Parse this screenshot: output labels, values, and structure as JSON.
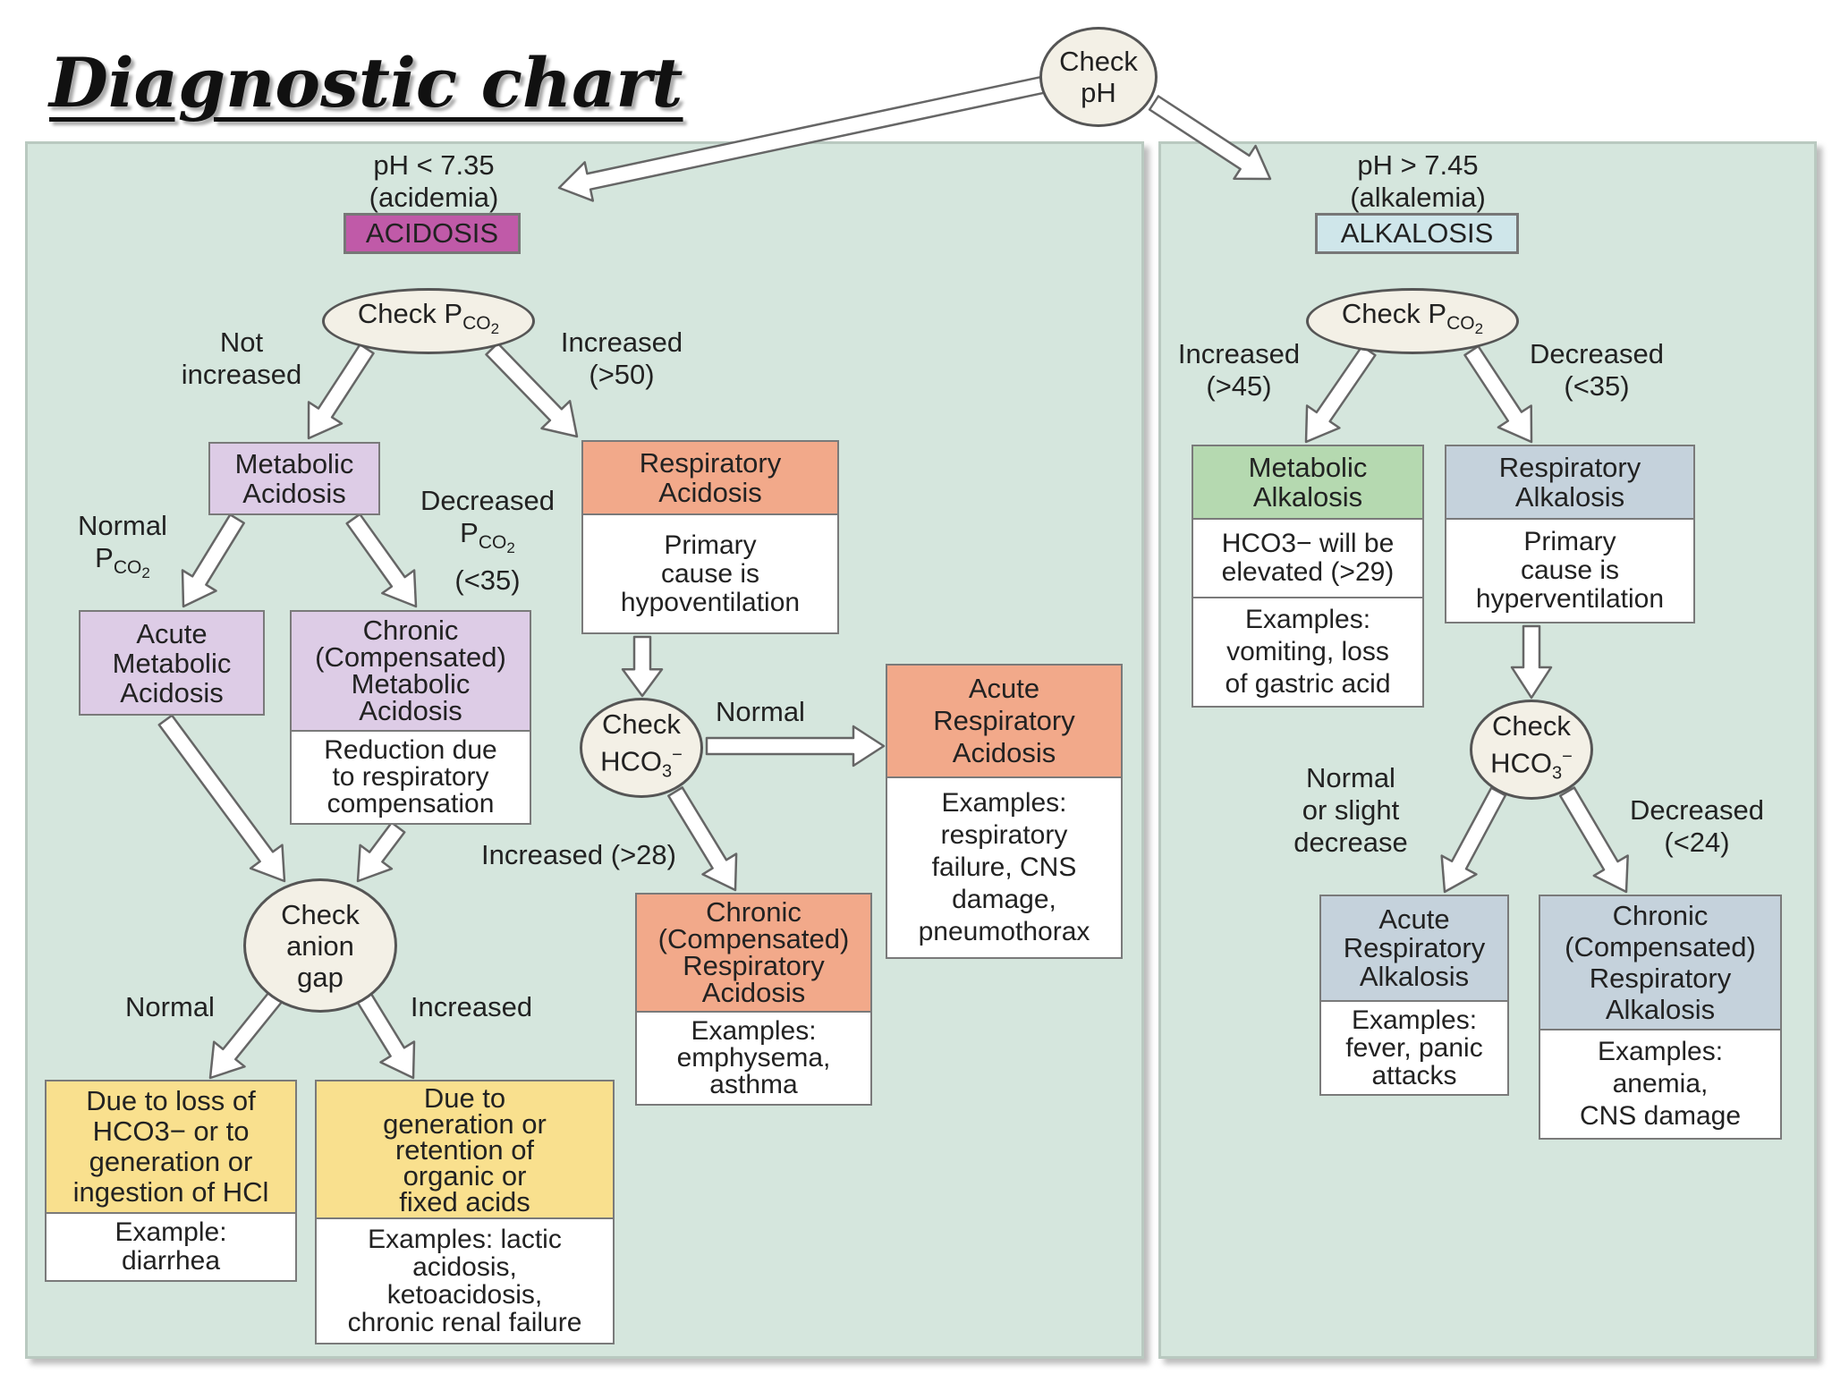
{
  "title": "Diagnostic chart",
  "nodes": {
    "check_ph": "Check\npH",
    "left_header": "pH < 7.35\n(acidemia)",
    "acidosis_tag": "ACIDOSIS",
    "right_header": "pH > 7.45\n(alkalemia)",
    "alkalosis_tag": "ALKALOSIS",
    "check_pco2_left": "Check Pco2",
    "check_pco2_right": "Check Pco2",
    "metabolic_acidosis": "Metabolic\nAcidosis",
    "respiratory_acidosis": {
      "title": "Respiratory\nAcidosis",
      "body": "Primary\ncause is\nhypoventilation"
    },
    "acute_metabolic_acidosis": "Acute\nMetabolic\nAcidosis",
    "chronic_metabolic_acidosis": {
      "title": "Chronic\n(Compensated)\nMetabolic\nAcidosis",
      "body": "Reduction due\nto respiratory\ncompensation"
    },
    "check_hco3_left": "Check\nHCO3−",
    "acute_respiratory_acidosis": {
      "title": "Acute\nRespiratory\nAcidosis",
      "body": "Examples:\nrespiratory\nfailure, CNS\ndamage,\npneumothorax"
    },
    "chronic_respiratory_acidosis": {
      "title": "Chronic\n(Compensated)\nRespiratory\nAcidosis",
      "body": "Examples:\nemphysema,\nasthma"
    },
    "check_anion_gap": "Check\nanion\ngap",
    "loss_hco3": {
      "title": "Due to loss of\nHCO3− or to\ngeneration or\ningestion of HCl",
      "body": "Example:\ndiarrhea"
    },
    "organic_acids": {
      "title": "Due to\ngeneration or\nretention of\norganic or\nfixed acids",
      "body": "Examples: lactic\nacidosis,\nketoacidosis,\nchronic renal failure"
    },
    "metabolic_alkalosis": {
      "title": "Metabolic\nAlkalosis",
      "mid": "HCO3− will be\nelevated (>29)",
      "body": "Examples:\nvomiting, loss\nof gastric acid"
    },
    "respiratory_alkalosis": {
      "title": "Respiratory\nAlkalosis",
      "body": "Primary\ncause is\nhyperventilation"
    },
    "check_hco3_right": "Check\nHCO3−",
    "acute_respiratory_alkalosis": {
      "title": "Acute\nRespiratory\nAlkalosis",
      "body": "Examples:\nfever, panic\nattacks"
    },
    "chronic_respiratory_alkalosis": {
      "title": "Chronic\n(Compensated)\nRespiratory\nAlkalosis",
      "body": "Examples:\nanemia,\nCNS damage"
    }
  },
  "edge_labels": {
    "not_increased": "Not\nincreased",
    "increased_50": "Increased\n(>50)",
    "normal_pco2": "Normal\nPco2",
    "decreased_pco2": "Decreased\nPco2\n(<35)",
    "normal_hco3": "Normal",
    "increased_28": "Increased (>28)",
    "normal_gap": "Normal",
    "increased_gap": "Increased",
    "increased_45": "Increased\n(>45)",
    "decreased_35": "Decreased\n(<35)",
    "normal_slight": "Normal\nor slight\ndecrease",
    "decreased_24": "Decreased\n(<24)"
  },
  "colors": {
    "panel": "#d5e6dd",
    "acidosis_tag": "#c05aa8",
    "alkalosis_tag": "#cfe6ea",
    "purple": "#ddcce6",
    "orange": "#f2a98a",
    "green": "#b5d9b0",
    "blue": "#c5d2dc",
    "yellow": "#f9e08e"
  }
}
